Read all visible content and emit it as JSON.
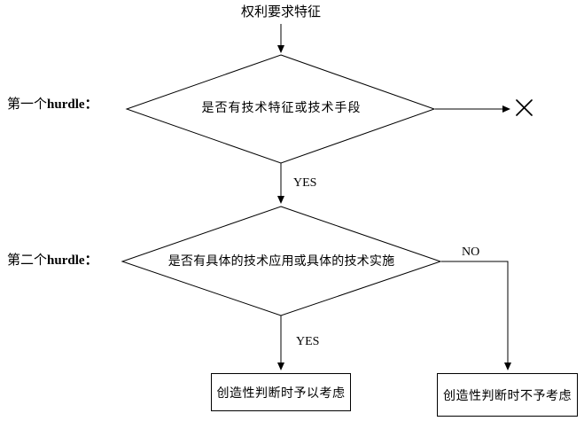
{
  "page": {
    "background": "#ffffff",
    "line_color": "#000000"
  },
  "flowchart": {
    "start_label": "权利要求特征",
    "hurdle1": {
      "prefix": "第一个",
      "term": "hurdle："
    },
    "hurdle2": {
      "prefix": "第二个",
      "term": "hurdle："
    },
    "decision1": "是否有技术特征或技术手段",
    "decision2": "是否有具体的技术应用或具体的技术实施",
    "edge_labels": {
      "yes1": "YES",
      "no1": "NO",
      "yes2": "YES"
    },
    "icons": {
      "reject_mark": "x-mark"
    },
    "result_considered": "创造性判断时予以考虑",
    "result_not_considered": "创造性判断时不予考虑"
  }
}
